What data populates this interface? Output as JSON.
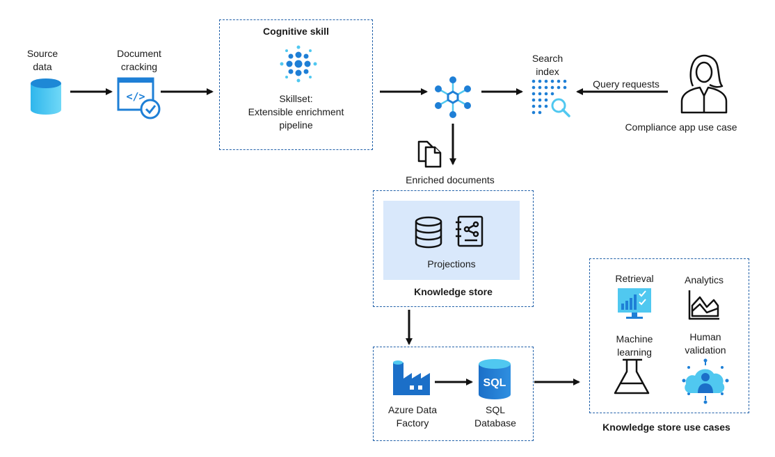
{
  "source": {
    "line1": "Source",
    "line2": "data"
  },
  "cracking": {
    "line1": "Document",
    "line2": "cracking"
  },
  "cognitive": {
    "title": "Cognitive skill",
    "line1": "Skillset:",
    "line2": "Extensible enrichment",
    "line3": "pipeline"
  },
  "search_index": {
    "line1": "Search",
    "line2": "index"
  },
  "query_requests": "Query requests",
  "compliance": "Compliance app use case",
  "enriched_documents": "Enriched documents",
  "knowledge_store": {
    "projections": "Projections",
    "title": "Knowledge store"
  },
  "adf": {
    "line1": "Azure Data",
    "line2": "Factory"
  },
  "sql": {
    "badge": "SQL",
    "line1": "SQL",
    "line2": "Database"
  },
  "use_cases": {
    "title": "Knowledge store use cases",
    "retrieval": "Retrieval",
    "analytics": "Analytics",
    "ml_line1": "Machine",
    "ml_line2": "learning",
    "hv_line1": "Human",
    "hv_line2": "validation"
  },
  "colors": {
    "blue": "#1e7fd6",
    "light_blue": "#50c8f0",
    "dash": "#1f5fa8",
    "projection_bg": "#d9e8fb"
  }
}
